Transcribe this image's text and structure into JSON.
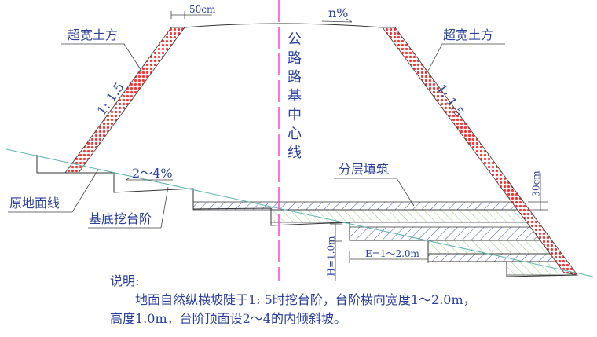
{
  "labels": {
    "extra_width_left": "超宽土方",
    "extra_width_right": "超宽土方",
    "slope_left": "1: 1.5",
    "slope_right": "1: 1.5",
    "width_50": "50cm",
    "crossfall": "n%",
    "centerline": "公路路基中心线",
    "bench_slope": "2～4%",
    "ground_line": "原地面线",
    "bench_cut": "基底挖台阶",
    "layered_fill": "分层填筑",
    "layer_thickness": "30cm",
    "bench_height": "H=1.0m",
    "bench_width": "E=1～2.0m"
  },
  "notes": {
    "title": "说明:",
    "line1": "地面自然纵横坡陡于1: 5时挖台阶，台阶横向宽度1～2.0m，",
    "line2": "高度1.0m，台阶顶面设2～4的内倾斜坡。"
  },
  "colors": {
    "text": "#2a3f9e",
    "hatch_blue": "#3a4fd8",
    "hatch_green": "#8fd07a",
    "fill_red": "#ff3030",
    "ground": "#5fb3b0",
    "centerline": "#ff44cc"
  }
}
